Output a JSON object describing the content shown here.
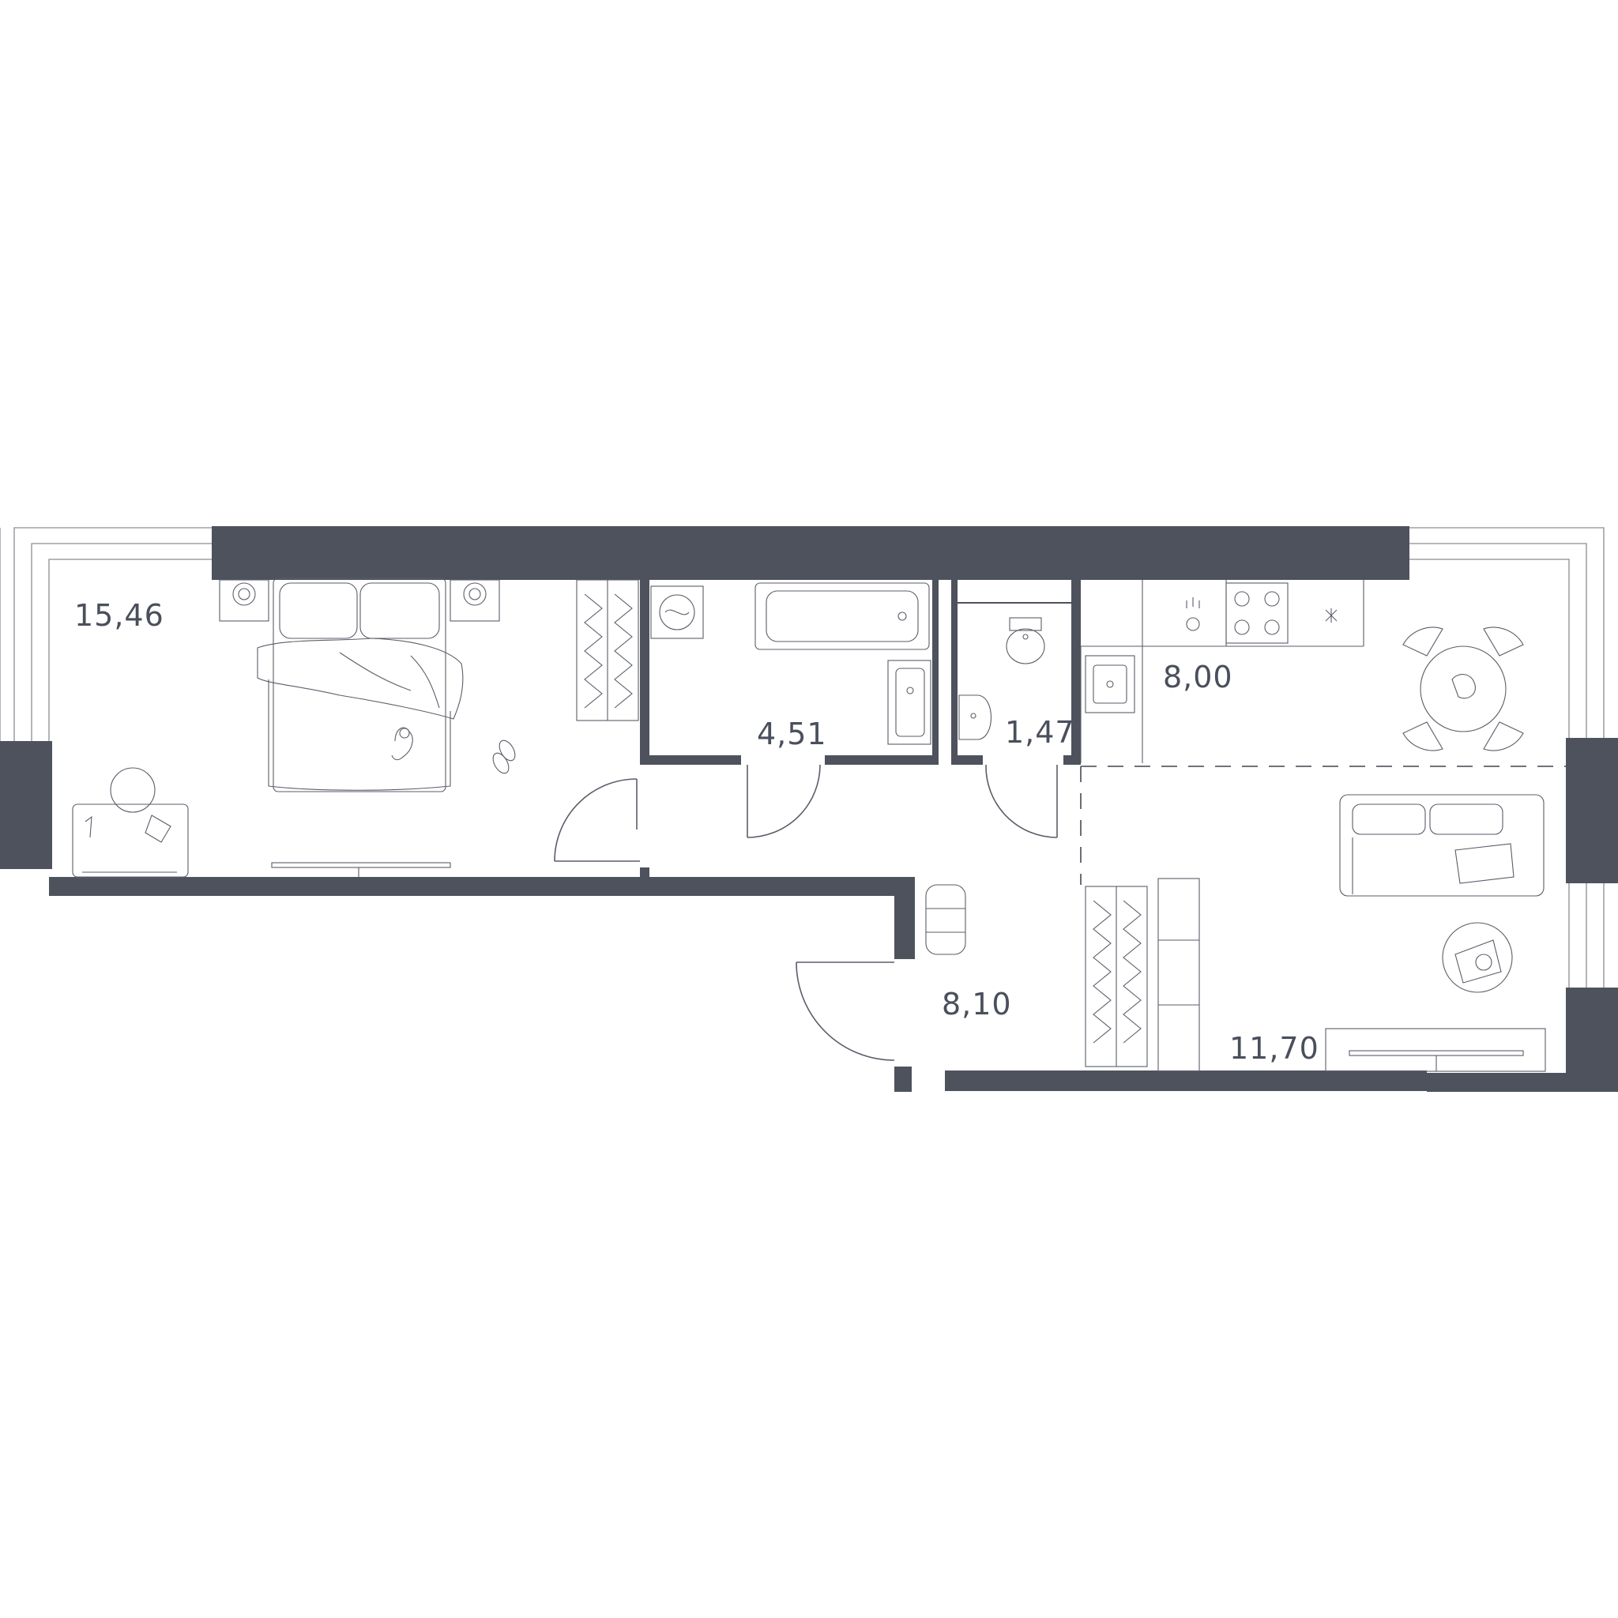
{
  "colors": {
    "wall": "#4e525d",
    "line": "#5a5e68",
    "label": "#4a4f5c",
    "background": "#ffffff"
  },
  "rooms": [
    {
      "id": "bedroom",
      "area": "15,46"
    },
    {
      "id": "bathroom",
      "area": "4,51"
    },
    {
      "id": "wc",
      "area": "1,47"
    },
    {
      "id": "kitchen",
      "area": "8,00"
    },
    {
      "id": "hallway",
      "area": "8,10"
    },
    {
      "id": "living",
      "area": "11,70"
    }
  ]
}
